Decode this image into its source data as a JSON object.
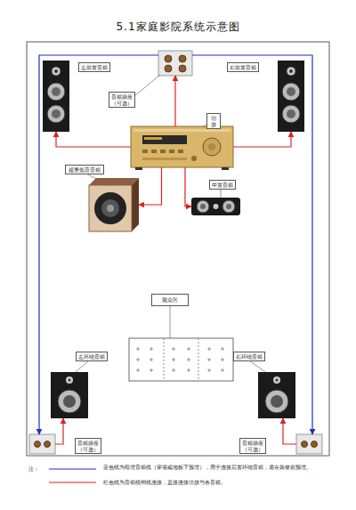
{
  "diagram": {
    "title": "5.1家庭影院系统示意图",
    "nodes": [
      {
        "text": [
          "左前置音箱"
        ]
      },
      {
        "text": [
          "音箱插座 （可选）"
        ]
      },
      {
        "text": [
          "右前置音箱"
        ]
      },
      {
        "text": [
          "功放"
        ]
      },
      {
        "text": [
          "超重低音音箱"
        ]
      },
      {
        "text": [
          "中置音箱"
        ]
      },
      {
        "text": [
          "观众区"
        ]
      },
      {
        "text": [
          "左环绕音箱"
        ]
      },
      {
        "text": [
          "右环绕音箱"
        ]
      },
      {
        "text": [
          "音箱插座 （可选）"
        ]
      },
      {
        "text": [
          "音箱插座 （可选）"
        ]
      }
    ],
    "edges": [
      {
        "from": 3,
        "to": 0,
        "arrow": "to"
      },
      {
        "from": 3,
        "to": 2,
        "arrow": "to"
      },
      {
        "from": 3,
        "to": 1,
        "arrow": "to"
      },
      {
        "from": 3,
        "to": 4,
        "arrow": "to"
      },
      {
        "from": 3,
        "to": 5,
        "arrow": "to"
      },
      {
        "from": 1,
        "to": 9,
        "arrow": "to"
      },
      {
        "from": 1,
        "to": 10,
        "arrow": "to"
      },
      {
        "from": 9,
        "to": 7,
        "arrow": "to"
      },
      {
        "from": 10,
        "to": 8,
        "arrow": "to"
      }
    ],
    "labels": [
      "注："
    ],
    "legend": [
      {
        "text": "蓝色线为暗埋音箱线（穿墙或地板下预埋），用于连接后置环绕音箱，需在装修前预埋。"
      },
      {
        "text": "红色线为音箱线明线连接，直接连接功放与各音箱。"
      }
    ]
  }
}
